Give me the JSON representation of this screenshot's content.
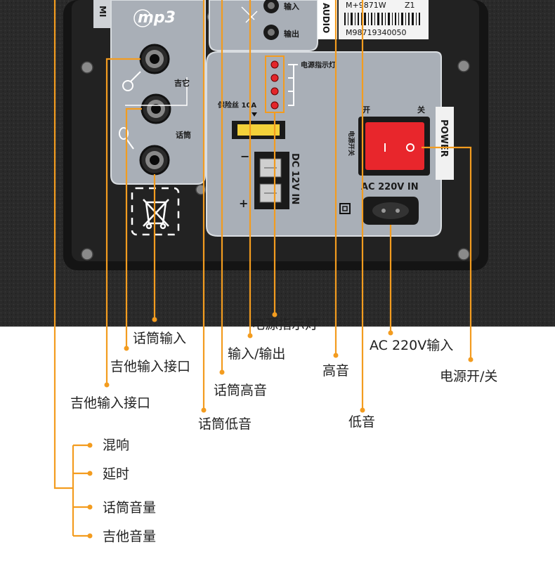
{
  "device": {
    "mp3_logo": "mp3",
    "side_tab": "MI",
    "model_code": "M+9871W",
    "model_suffix": "Z1",
    "serial": "M98719340050",
    "brand_fragment": "AUDIO",
    "jack_labels": {
      "in": "输入",
      "out": "输出"
    },
    "led_label": "电源指示灯",
    "guitar_label": "吉它",
    "mic_label": "话筒",
    "fuse_label": "保险丝 10A",
    "dc_label": "DC 12V IN",
    "minus": "−",
    "plus": "+",
    "switch_on": "开",
    "switch_off": "关",
    "switch_caption": "电源开关",
    "power_tab": "POWER",
    "ac_label": "AC 220V IN"
  },
  "callouts": {
    "mic_input": "话筒输入",
    "guitar_jack_1": "吉他输入接口",
    "guitar_jack_2": "吉他输入接口",
    "io": "输入/输出",
    "mic_treble": "话筒高音",
    "mic_bass": "话筒低音",
    "power_indicator": "电源指示灯",
    "ac_input": "AC 220V输入",
    "treble": "高音",
    "bass": "低音",
    "power_switch": "电源开/关"
  },
  "knob_list": [
    "混响",
    "延时",
    "话筒音量",
    "吉他音量"
  ],
  "colors": {
    "callout_line": "#f39c1f",
    "panel": "#a9afb7",
    "switch_red": "#e8262c"
  }
}
